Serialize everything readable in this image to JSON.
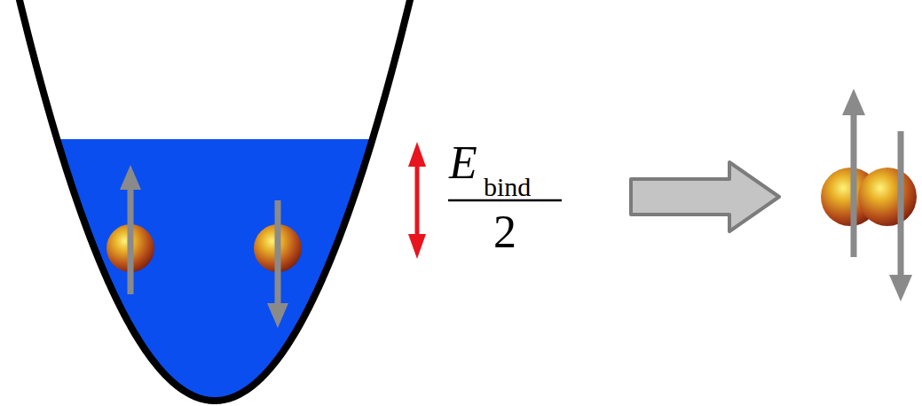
{
  "diagram": {
    "labels": [
      "E",
      "bind",
      "2"
    ]
  }
}
